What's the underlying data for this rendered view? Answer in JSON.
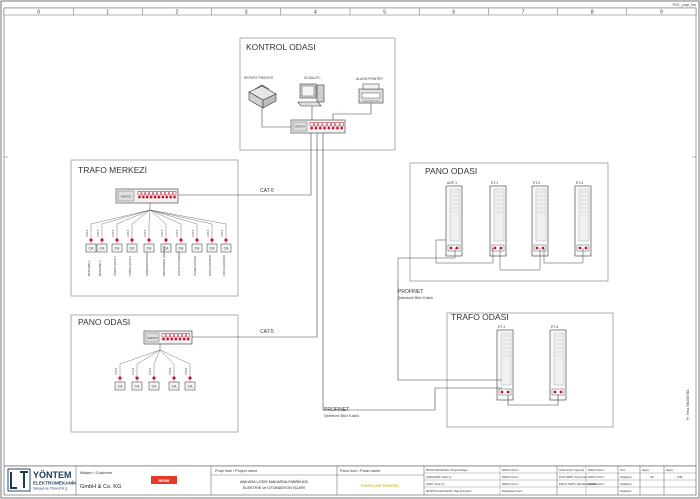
{
  "sheet": {
    "top_right_code": "YNTL_proje_2ns",
    "columns": [
      "0",
      "1",
      "2",
      "3",
      "4",
      "5",
      "6",
      "7",
      "8",
      "9"
    ],
    "side_note": "Pr 7eba 7l/d2/85 BA"
  },
  "rooms": {
    "kontrol": {
      "title": "KONTROL ODASI",
      "devices": [
        "REPORT PRINTER",
        "SCADA PC",
        "ALARM PRINTER"
      ],
      "switch_label": "SWITCH"
    },
    "trafo_merkezi": {
      "title": "TRAFO MERKEZİ",
      "switch_label": "SWITCH",
      "cable": "CAT-5",
      "node_label": "CAT-5",
      "box_label": "CA",
      "feeders": [
        "BESLEME 1",
        "BESLEME 2",
        "TRAFO ÇIKIŞ 1",
        "TRAFO ÇIKIŞ 2",
        "KOMPANZASYON",
        "PARATONER HÜCRESİ",
        "KUPLAJ HÜCRESİ",
        "YEDEK HÜCRE",
        "GİRİŞ HÜCRESİ",
        "ÇIKIŞ HÜCRESİ"
      ]
    },
    "pano_left": {
      "title": "PANO ODASI",
      "switch_label": "SWITCH",
      "cable": "CAT-5",
      "node_label": "CAT-5",
      "box_label": "CA"
    },
    "pano_right": {
      "title": "PANO ODASI",
      "panels": [
        "ADP-1",
        "ET-1",
        "ET-2",
        "ET-3"
      ]
    },
    "trafo_odasi": {
      "title": "TRAFO ODASI",
      "panels": [
        "ET-1",
        "ET-4"
      ]
    }
  },
  "links": {
    "profinet_1": "PROFINET",
    "profinet_1_sub": "Şebekeli Blizi Kablo",
    "profinet_2": "PROFINET",
    "profinet_2_sub": "Şebekeli Blizi Kablo"
  },
  "title_block": {
    "company_name": "YÖNTEM",
    "company_line2": "ELEKTROMEKANİK",
    "company_line3": "Sanayi ve Ticaret A.Ş",
    "customer_label": "Müşteri / Customer",
    "customer_value": "GmbH & Co. KG",
    "customer_logo": "RENK",
    "project_label": "Proje İsmi / Project name",
    "project_value_1": "ANKARA LOSIS MAKARNA FABRİKASI",
    "project_value_2": "ELEKTRİK ve OTOMASYON İŞLERİ",
    "panel_label": "Pano İsmi / Panel name",
    "panel_value": "PANTELDE PANOSU",
    "drawn_by_label": "PROJE SORUMLUSU / Project Manager",
    "drawn_by_value": "MURAT GÜLLÜ",
    "designer_label": "ÇİZEN/ÇİZİM / Drawn by",
    "designer_value": "MURAT GÜLLÜ",
    "checked_label": "ÇİZEN / Drawn by",
    "checked_value": "MURAT GÜLLÜ",
    "revision_label": "REVİZYON AÇIKLAMASI / Page Description",
    "revision_value": "Mekanikale Prosesi",
    "approval_label": "ONAYLAYAN / Approved",
    "approval_value": "MURAT GÜLLÜ",
    "plan_label": "PLAN TARİHİ / Project date",
    "plan_value": "MURAT GÜLLÜ",
    "manufacture_label": "İMALAT TARİHİ / Manufacturing date",
    "manufacture_value": "MURAT GÜLLÜ",
    "change_label": "Değiştiren",
    "change_value": "Değiştiren",
    "col_a": "Sıra",
    "col_b": "Sayfa",
    "col_c": "Sayfa",
    "page_no": "04",
    "page_total": "0/11",
    "version": "Değiştiren"
  }
}
